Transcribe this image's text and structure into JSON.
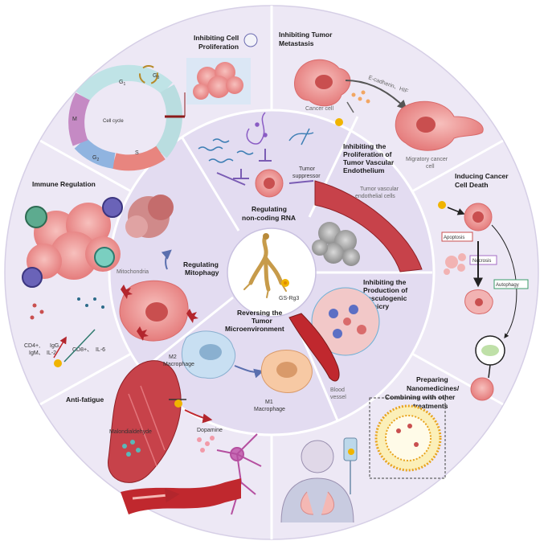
{
  "outer": {
    "inhibiting_cell_proliferation": [
      "Inhibiting Cell",
      "Proliferation"
    ],
    "inhibiting_tumor_metastasis": [
      "Inhibiting Tumor",
      "Metastasis"
    ],
    "inducing_cancer_cell_death": [
      "Inducing Cancer",
      "Cell Death"
    ],
    "preparing_nanomedicines": [
      "Preparing",
      "Nanomedicines/",
      "Combining with other",
      "treatments"
    ],
    "anti_fatigue": "Anti-fatigue",
    "immune_regulation": "Immune Regulation"
  },
  "inner": {
    "regulating_ncrna": [
      "Regulating",
      "non-coding RNA"
    ],
    "inhibiting_endothelium": [
      "Inhibiting the",
      "Proliferation of",
      "Tumor Vascular",
      "Endothelium"
    ],
    "inhibiting_vm": [
      "Inhibiting the",
      "Production of",
      "Vasculogenic",
      "Mimicry"
    ],
    "reversing_tme": [
      "Reversing the",
      "Tumor",
      "Microenvironment"
    ],
    "regulating_mitophagy": [
      "Regulating",
      "Mitophagy"
    ]
  },
  "labels": {
    "cell_cycle": "Cell cycle",
    "g0": "G",
    "g0_sub": "0",
    "g1": "G",
    "g1_sub": "1",
    "g2": "G",
    "g2_sub": "2",
    "m": "M",
    "s": "S",
    "cancer_cell": "Cancer cell",
    "ecadherin_hif": "E-cadherin、HIF",
    "migratory_cancer_cell": [
      "Migratory cancer",
      "cell"
    ],
    "tumor_suppressor": [
      "Tumor",
      "suppressor"
    ],
    "tumor_vascular_endothelial": [
      "Tumor vascular",
      "endothelial cells"
    ],
    "apoptosis": "Apoptosis",
    "necrosis": "Necrosis",
    "autophagy": "Autophagy",
    "gs_rg3": "GS-Rg3",
    "mitochondria": "Mitochondria",
    "blood_vessel": [
      "Blood",
      "vessel"
    ],
    "m2_macrophage": [
      "M2",
      "Macrophage"
    ],
    "m1_macrophage": [
      "M1",
      "Macrophage"
    ],
    "cd4": [
      "CD4+,",
      "IgM、"
    ],
    "igg": [
      "IgG、",
      "IL-2"
    ],
    "cd8": "CD8+、",
    "il6": "IL-6",
    "malondialdehyde": "Malondialdehyde",
    "dopamine": "Dopamine"
  },
  "colors": {
    "ring_outer": "#ede8f5",
    "ring_inner": "#e6e0f2",
    "center": "#ffffff",
    "divider": "#ffffff",
    "cell_pink": "#f2a3a3",
    "cell_dark": "#d96b6b",
    "rna_blue": "#3f7fb5",
    "purple": "#8a5cc4",
    "vessel_red": "#c0282e",
    "ginseng": "#d9b56b",
    "rg3_yellow": "#f0b400"
  }
}
